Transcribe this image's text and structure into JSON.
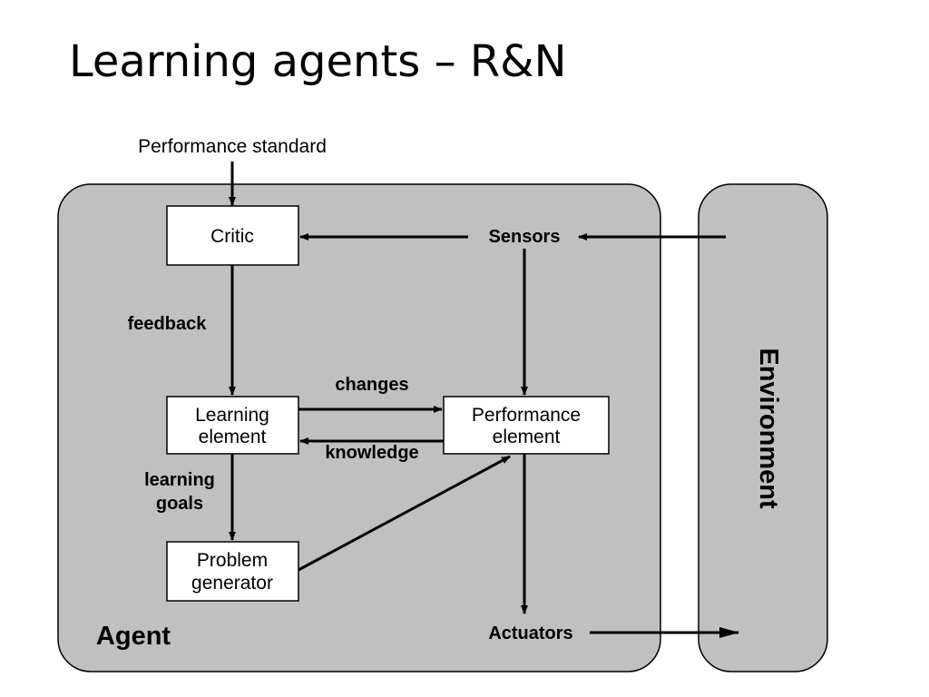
{
  "slide": {
    "title": "Learning agents – R&N"
  },
  "diagram": {
    "performance_standard": "Performance standard",
    "agent_label": "Agent",
    "environment_label": "Environment",
    "sensors_label": "Sensors",
    "actuators_label": "Actuators",
    "critic_label": "Critic",
    "learning_element_lines": [
      "Learning",
      "element"
    ],
    "performance_element_lines": [
      "Performance",
      "element"
    ],
    "problem_generator_lines": [
      "Problem",
      "generator"
    ],
    "feedback_label": "feedback",
    "changes_label": "changes",
    "knowledge_label": "knowledge",
    "learning_goals_lines": [
      "learning",
      "goals"
    ],
    "colors": {
      "panel_fill": "#c0c0c0",
      "box_fill": "#ffffff",
      "line": "#000000"
    }
  }
}
